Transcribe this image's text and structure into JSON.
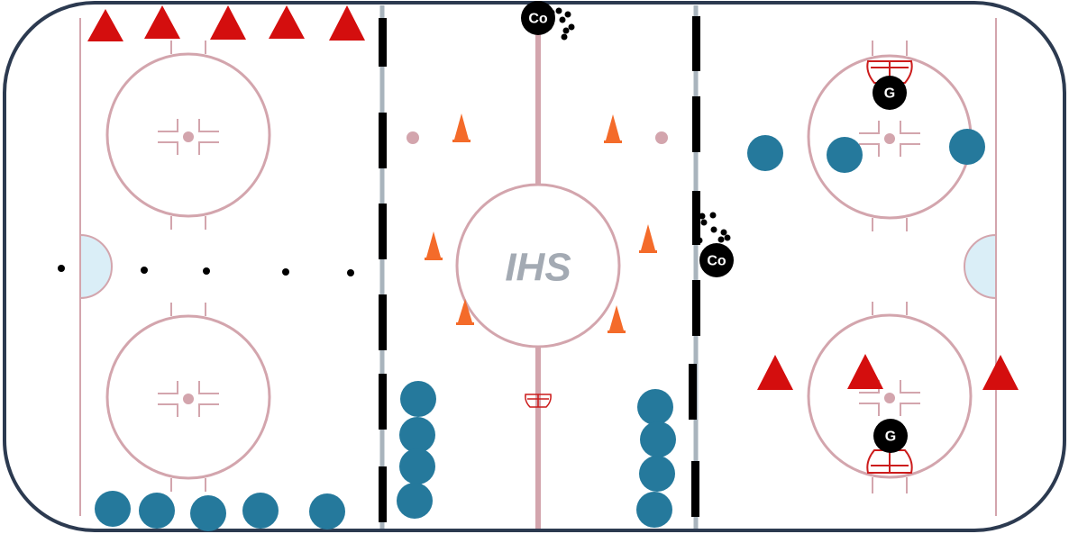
{
  "logo": {
    "text": "IHS",
    "color": "#a3aab3"
  },
  "colors": {
    "boards": "#2c3a50",
    "lines": "#d3a5ad",
    "blue_lines": "#a9b4bd",
    "crease_fill": "#daeef7",
    "goal_net": "#cc1c1c",
    "player": "#25799c",
    "cone_red": "#d40e0e",
    "cone_orange": "#f46b2a",
    "coach": "#000000",
    "coach_text": "#ffffff"
  },
  "coach_label": "Co",
  "goalie_label": "G",
  "icons": [
    "player-icon",
    "red-cone-icon",
    "orange-cone-icon",
    "coach-icon",
    "goalie-icon",
    "puck-icon",
    "goal-net-icon",
    "barrier-icon"
  ]
}
